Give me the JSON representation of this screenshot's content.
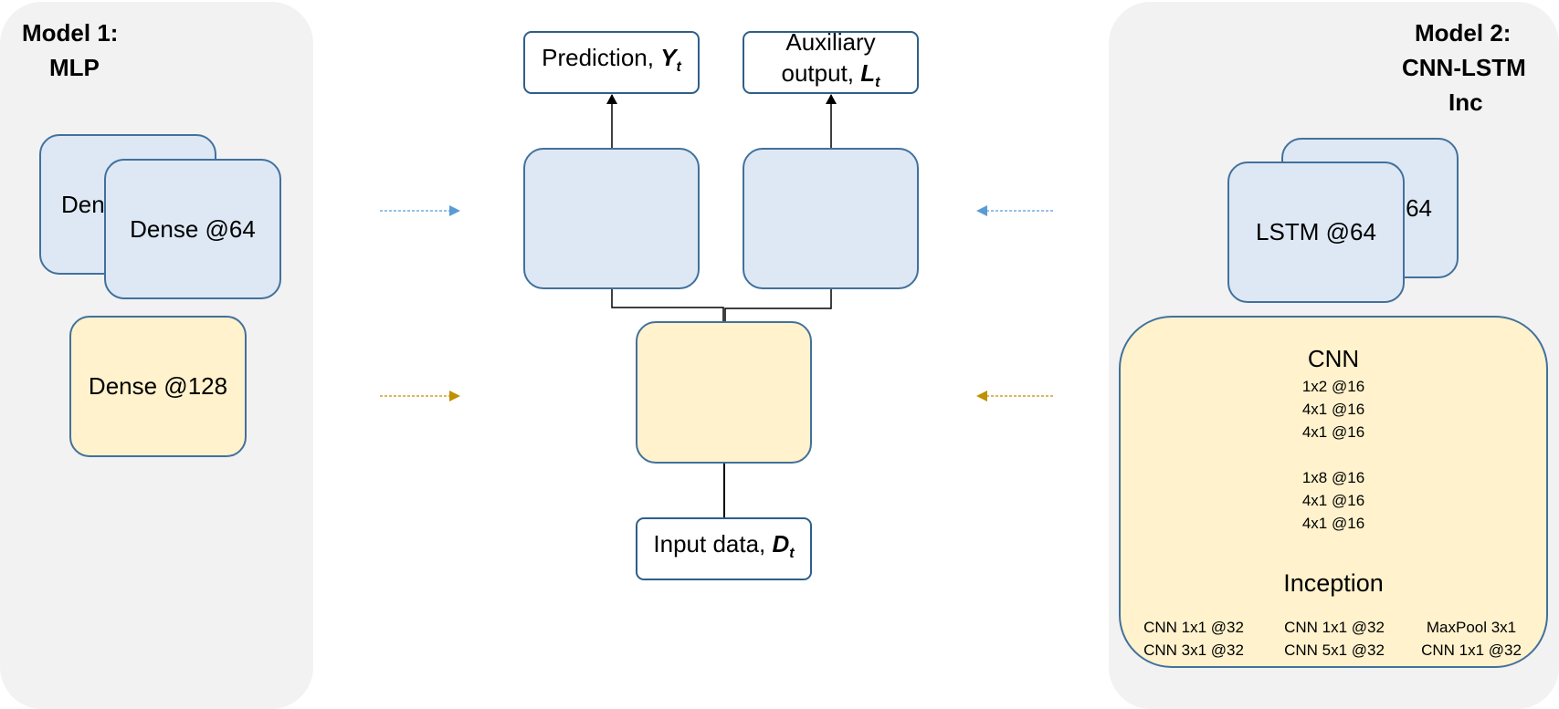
{
  "model1": {
    "title_line1": "Model 1:",
    "title_line2": "MLP",
    "dense_back": "Dense @64",
    "dense_front": "Dense @64",
    "dense_128": "Dense @128"
  },
  "model2": {
    "title_line1": "Model 2:",
    "title_line2": "CNN-LSTM",
    "title_line3": "Inc",
    "lstm_back": "LSTM @64",
    "lstm_front": "LSTM @64",
    "cnn_title": "CNN",
    "cnn_group1": [
      "1x2 @16",
      "4x1 @16",
      "4x1 @16"
    ],
    "cnn_group2": [
      "1x8 @16",
      "4x1 @16",
      "4x1 @16"
    ],
    "inception_title": "Inception",
    "inception_cols": [
      [
        "CNN 1x1 @32",
        "CNN 3x1 @32"
      ],
      [
        "CNN 1x1 @32",
        "CNN 5x1 @32"
      ],
      [
        "MaxPool 3x1",
        "CNN 1x1 @32"
      ]
    ]
  },
  "center": {
    "prediction_prefix": "Prediction, ",
    "prediction_var": "Y",
    "prediction_sub": "t",
    "aux_line1": "Auxiliary",
    "aux_prefix": "output, ",
    "aux_var": "L",
    "aux_sub": "t",
    "input_prefix": "Input data, ",
    "input_var": "D",
    "input_sub": "t"
  },
  "colors": {
    "blue_fill": "#dee8f5",
    "yellow_fill": "#fff2cc",
    "border": "#41719c",
    "blue_arrow": "#5b9bd5",
    "gold_arrow": "#bf9000",
    "panel": "#f2f2f2"
  }
}
